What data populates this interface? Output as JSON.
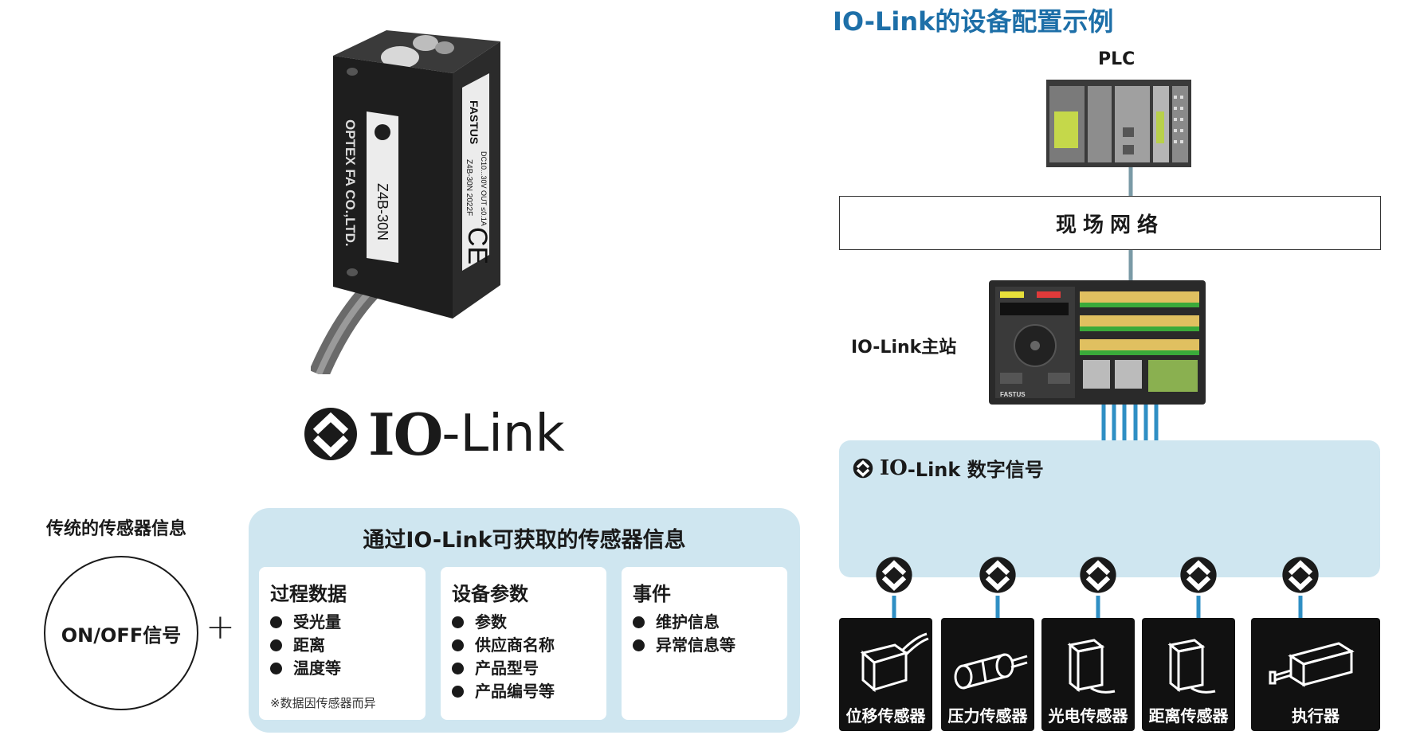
{
  "left": {
    "sensor_labels": {
      "model": "Z4B-30N",
      "company": "OPTEX FA CO.,LTD.",
      "brand": "FASTUS",
      "spec": "DC10...30V OUT ≤0.1A",
      "model_small": "Z4B-30N 2022F"
    },
    "logo": {
      "io": "IO",
      "link": "-Link"
    },
    "traditional": {
      "title": "传统的传感器信息",
      "circle_text": "ON/OFF信号",
      "plus": "+"
    },
    "iolink_info": {
      "title": "通过IO-Link可获取的传感器信息",
      "cards": [
        {
          "title": "过程数据",
          "items": [
            "受光量",
            "距离",
            "温度等"
          ],
          "note": "※数据因传感器而异"
        },
        {
          "title": "设备参数",
          "items": [
            "参数",
            "供应商名称",
            "产品型号",
            "产品编号等"
          ],
          "note": ""
        },
        {
          "title": "事件",
          "items": [
            "维护信息",
            "异常信息等"
          ],
          "note": ""
        }
      ]
    }
  },
  "right": {
    "title": "IO-Link的设备配置示例",
    "plc_label": "PLC",
    "network_label": "现场网络",
    "master_label": "IO-Link主站",
    "master_brand": "FASTUS",
    "digital_label": {
      "io": "IO",
      "rest": "-Link 数字信号"
    },
    "devices": [
      "位移传感器",
      "压力传感器",
      "光电传感器",
      "距离传感器",
      "执行器"
    ]
  },
  "colors": {
    "title_blue": "#1d6fa8",
    "panel_blue": "#cfe6f0",
    "wire_blue": "#2f8fc4",
    "device_bg": "#111111"
  }
}
